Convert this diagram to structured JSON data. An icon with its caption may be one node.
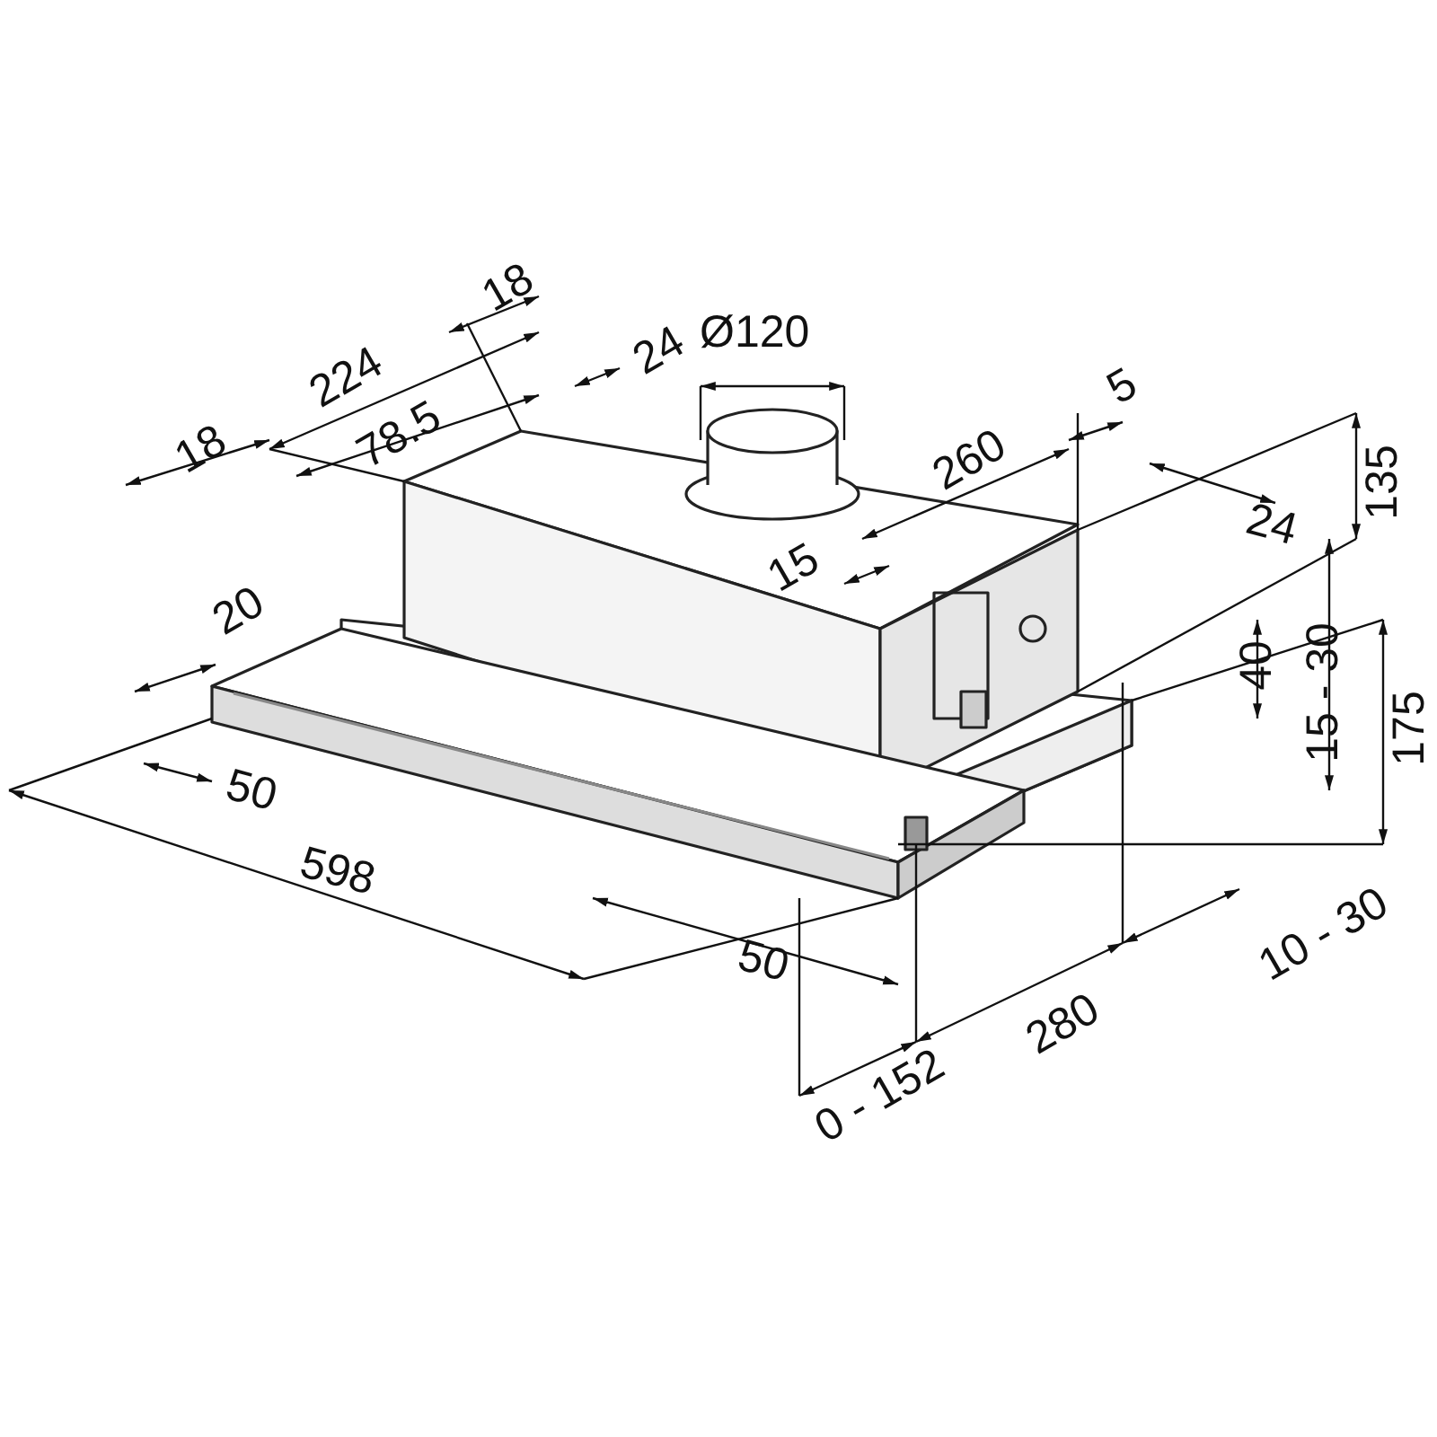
{
  "diagram": {
    "labels": [
      "18",
      "Ø120",
      "224",
      "24",
      "18",
      "78.5",
      "5",
      "260",
      "135",
      "24",
      "15",
      "20",
      "40",
      "15 - 30",
      "175",
      "50",
      "598",
      "50",
      "10 - 30",
      "280",
      "0 - 152"
    ]
  }
}
